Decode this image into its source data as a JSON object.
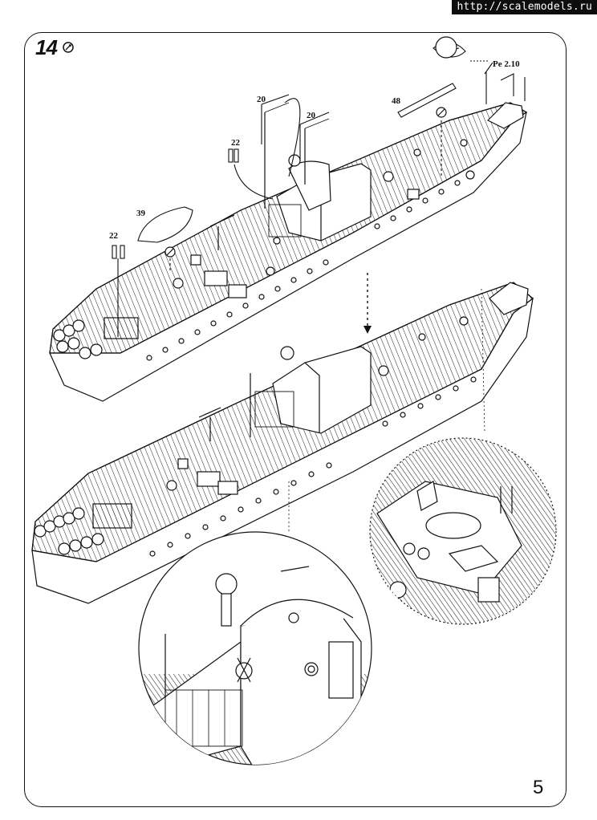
{
  "header": {
    "watermark": "http://scalemodels.ru",
    "step_number": "14",
    "page_number": "5"
  },
  "callouts": {
    "ref_part": "Pe 2.10",
    "p48": "48",
    "p20_left": "20",
    "p20_right": "20",
    "p22_top": "22",
    "p39": "39",
    "p22_left": "22"
  },
  "icons": {
    "step_icon": "glue-icon",
    "remove_icon": "prohibited-icon"
  },
  "colors": {
    "line": "#111111",
    "paper": "#ffffff"
  }
}
